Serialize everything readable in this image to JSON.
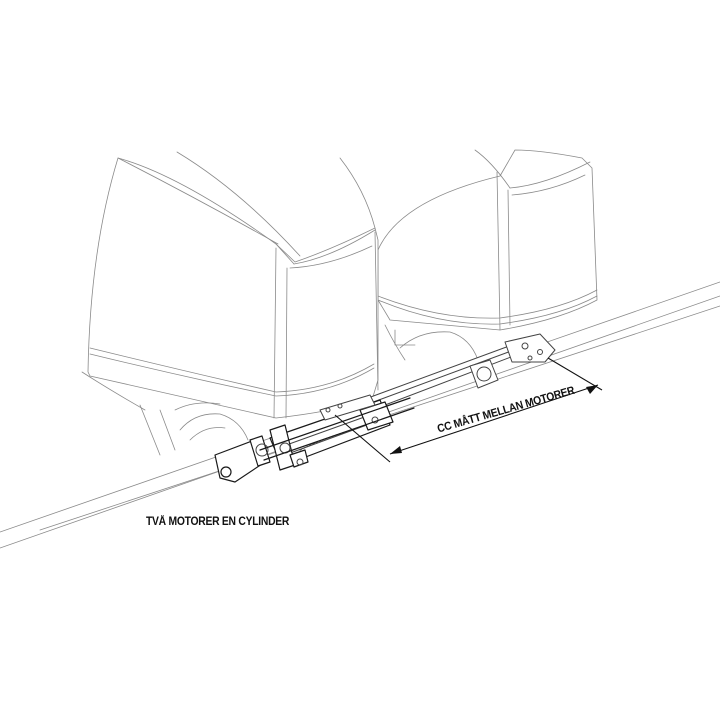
{
  "diagram": {
    "subject": "Two outboard motors connected by one hydraulic steering cylinder and tie bar",
    "caption": "TVÅ MOTORER EN CYLINDER",
    "dimension_label": "CC MÅTT MELLAN MOTORER",
    "components": [
      {
        "name": "left-outboard-motor-cowling"
      },
      {
        "name": "right-outboard-motor-cowling"
      },
      {
        "name": "hydraulic-steering-cylinder"
      },
      {
        "name": "tie-bar"
      },
      {
        "name": "transom-rail"
      },
      {
        "name": "center-to-center-dimension-arrow"
      }
    ],
    "colors": {
      "line": "#8a8a8a",
      "detail": "#444444",
      "text": "#111111",
      "background": "#ffffff"
    }
  }
}
